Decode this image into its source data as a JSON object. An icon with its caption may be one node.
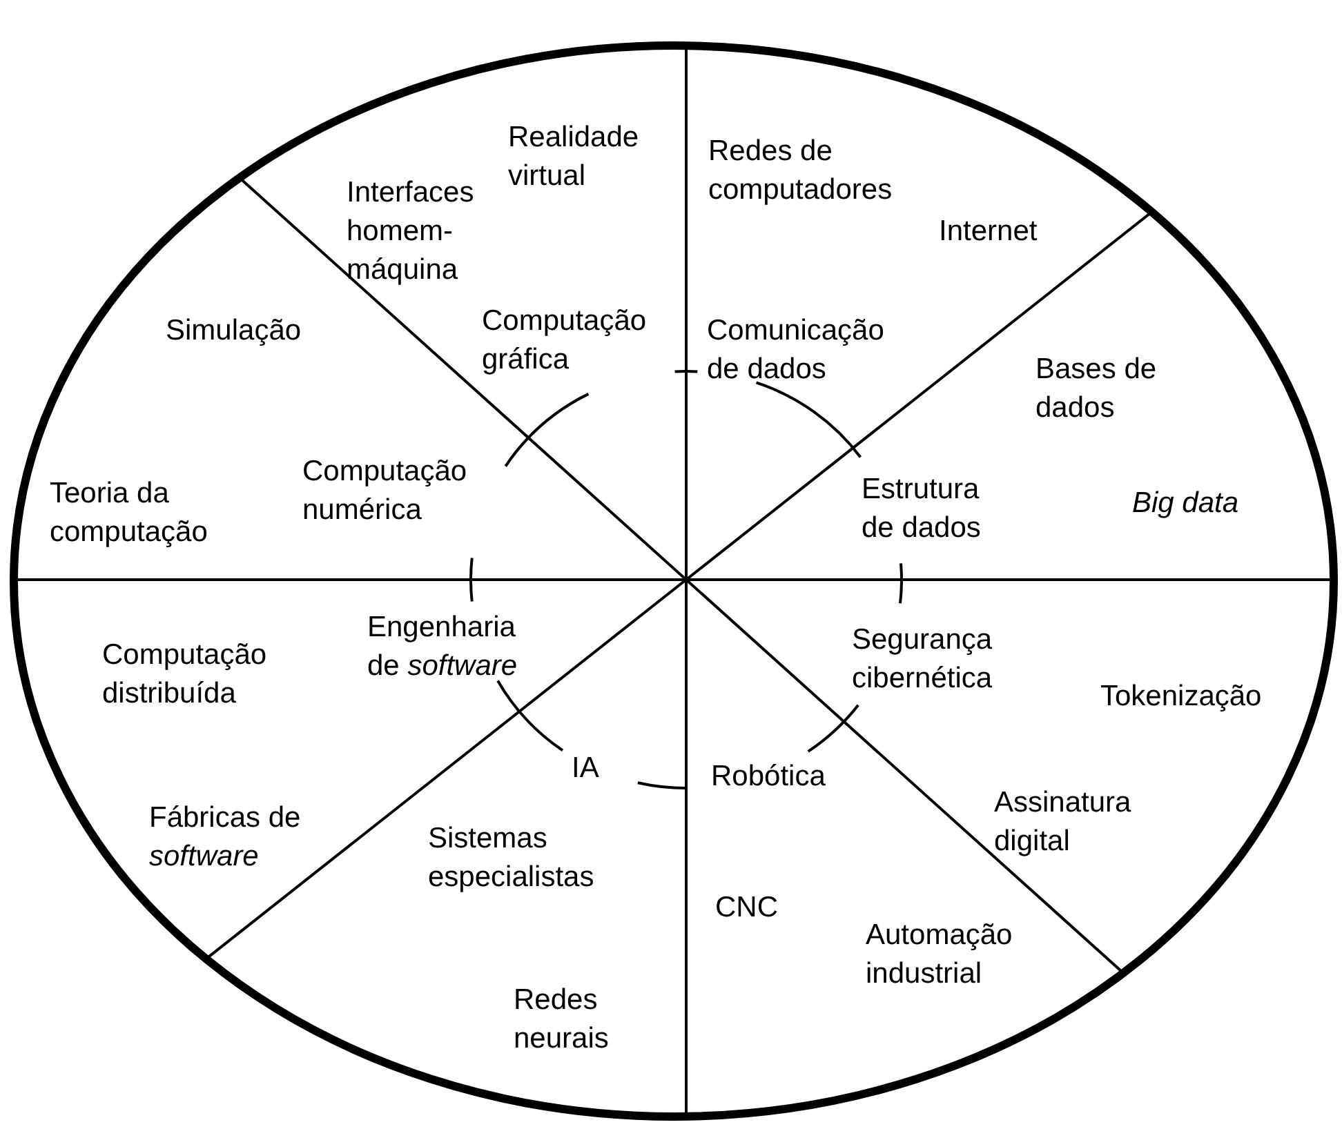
{
  "diagram": {
    "nodes": [
      {
        "text": [
          "Computação gráfica"
        ]
      },
      {
        "text": [
          "Comunicação de dados"
        ]
      },
      {
        "text": [
          "Computação numérica"
        ]
      },
      {
        "text": [
          "Estrutura de dados"
        ]
      },
      {
        "text": [
          "Engenharia de *software*"
        ]
      },
      {
        "text": [
          "Segurança cibernética"
        ]
      },
      {
        "text": [
          "IA"
        ]
      },
      {
        "text": [
          "Robótica"
        ]
      }
    ],
    "edges": [
      {
        "from": 0,
        "to": 1,
        "arrow": "none"
      },
      {
        "from": 1,
        "to": 3,
        "arrow": "none"
      },
      {
        "from": 3,
        "to": 5,
        "arrow": "none"
      },
      {
        "from": 5,
        "to": 7,
        "arrow": "none"
      },
      {
        "from": 7,
        "to": 6,
        "arrow": "none"
      },
      {
        "from": 6,
        "to": 4,
        "arrow": "none"
      },
      {
        "from": 4,
        "to": 2,
        "arrow": "none"
      },
      {
        "from": 2,
        "to": 0,
        "arrow": "none"
      }
    ],
    "labels": [
      "Realidade virtual",
      "Redes de computadores",
      "Interfaces homem-máquina",
      "Internet",
      "Simulação",
      "Bases de dados",
      "Teoria da computação",
      "Big data",
      "Computação distribuída",
      "Tokenização",
      "Assinatura digital",
      "Fábricas de *software*",
      "Sistemas especialistas",
      "CNC",
      "Automação industrial",
      "Redes neurais"
    ]
  }
}
